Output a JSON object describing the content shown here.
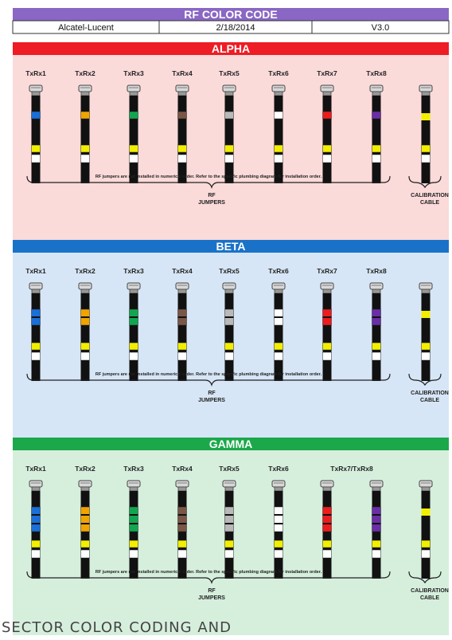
{
  "header": {
    "title": "RF COLOR CODE",
    "vendor": "Alcatel-Lucent",
    "date": "2/18/2014",
    "version": "V3.0"
  },
  "colors": {
    "title_bar": "#8a67c4",
    "blue": "#1a6fd8",
    "orange": "#f0a400",
    "green": "#12a650",
    "brown": "#7a5646",
    "gray": "#b9b9b9",
    "white": "#ffffff",
    "red": "#ee1c1c",
    "purple": "#6a2ea6",
    "yellow": "#f2ee00"
  },
  "jumper_colors": [
    "blue",
    "orange",
    "green",
    "brown",
    "gray",
    "white",
    "red",
    "purple"
  ],
  "sections": [
    {
      "name": "ALPHA",
      "header_color": "#ee1c24",
      "bg_color": "#fbdada",
      "labels": [
        "TxRx1",
        "TxRx2",
        "TxRx3",
        "TxRx4",
        "TxRx5",
        "TxRx6",
        "TxRx7",
        "TxRx8"
      ],
      "band_count": 1,
      "note": "RF jumpers are not installed in numerical order. Refer to the specific plumbing diagram for installation order.",
      "jumpers_label": [
        "RF",
        "JUMPERS"
      ],
      "cal_label": [
        "CALIBRATION",
        "CABLE"
      ]
    },
    {
      "name": "BETA",
      "header_color": "#1a72c8",
      "bg_color": "#d7e6f6",
      "labels": [
        "TxRx1",
        "TxRx2",
        "TxRx3",
        "TxRx4",
        "TxRx5",
        "TxRx6",
        "TxRx7",
        "TxRx8"
      ],
      "band_count": 2,
      "note": "RF jumpers are not installed in numerical order. Refer to the specific plumbing diagram for installation order.",
      "jumpers_label": [
        "RF",
        "JUMPERS"
      ],
      "cal_label": [
        "CALIBRATION",
        "CABLE"
      ]
    },
    {
      "name": "GAMMA",
      "header_color": "#1ba84a",
      "bg_color": "#d6efdd",
      "labels": [
        "TxRx1",
        "TxRx2",
        "TxRx3",
        "TxRx4",
        "TxRx5",
        "TxRx6",
        "TxRx7/TxRx8",
        ""
      ],
      "band_count": 3,
      "note": "RF jumpers are not installed in numerical order. Refer to the specific plumbing diagram for installation order.",
      "jumpers_label": [
        "RF",
        "JUMPERS"
      ],
      "cal_label": [
        "CALIBRATION",
        "CABLE"
      ]
    }
  ],
  "caption": "SECTOR COLOR CODING AND"
}
